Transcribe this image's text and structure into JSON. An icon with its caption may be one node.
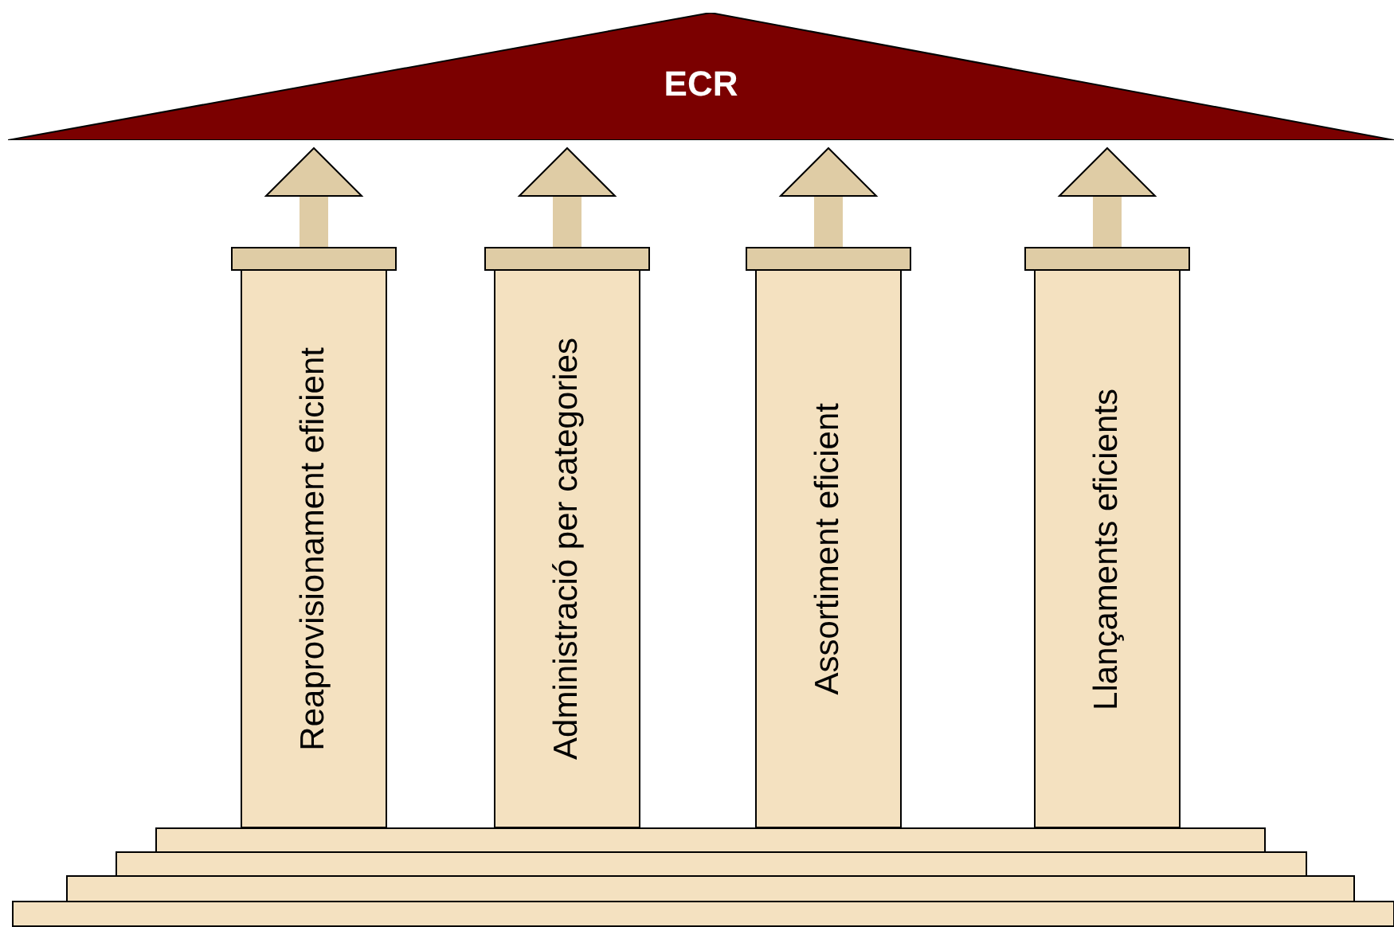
{
  "diagram": {
    "nodes": [
      {
        "text": [
          "ECR"
        ]
      },
      {
        "text": [
          "Reaprovisionament eficient"
        ]
      },
      {
        "text": [
          "Administració per categories"
        ]
      },
      {
        "text": [
          "Assortiment eficient"
        ]
      },
      {
        "text": [
          "Llançaments eficients"
        ]
      }
    ],
    "edges": [
      {
        "from": 1,
        "to": 0,
        "arrow": "to"
      },
      {
        "from": 2,
        "to": 0,
        "arrow": "to"
      },
      {
        "from": 3,
        "to": 0,
        "arrow": "to"
      },
      {
        "from": 4,
        "to": 0,
        "arrow": "to"
      }
    ]
  }
}
